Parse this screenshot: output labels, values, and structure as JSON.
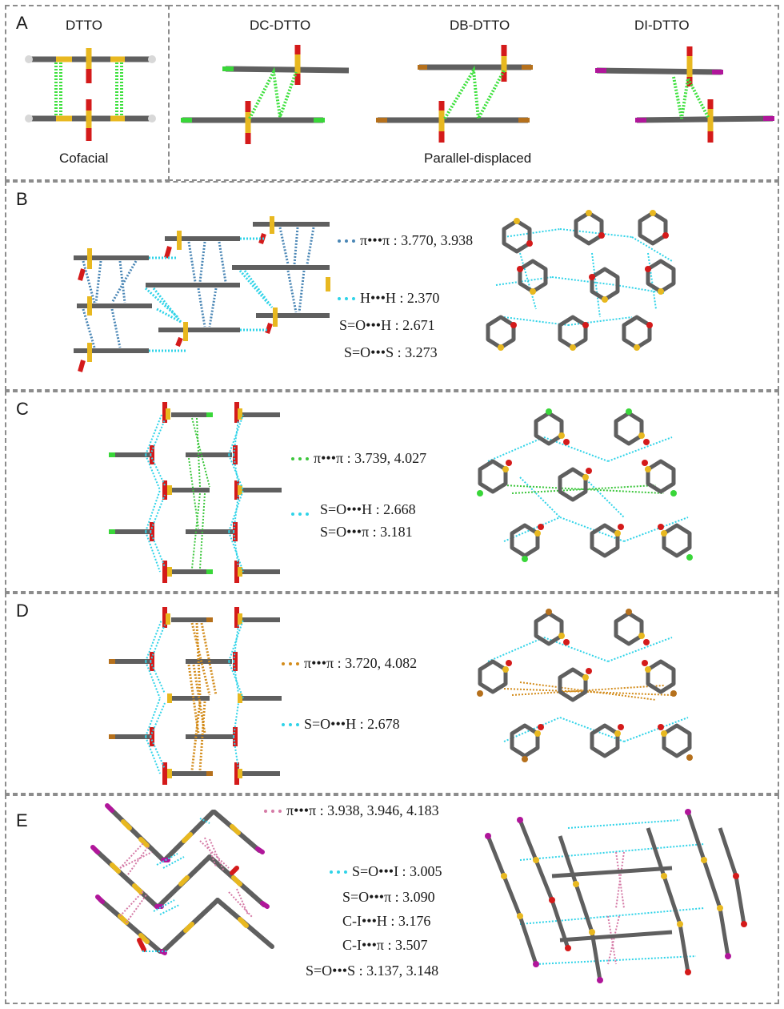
{
  "colors": {
    "carbon": "#5f5f5f",
    "sulfur": "#e8b820",
    "oxygen": "#d41a1a",
    "hydrogen": "#d8d8d8",
    "chlorine": "#39d639",
    "bromine": "#b5701c",
    "iodine": "#b0169a",
    "pi_a": "#4a86b5",
    "pi_c": "#3cc63c",
    "pi_d": "#d38c1b",
    "pi_e": "#d57aa6",
    "cyan": "#2fd3e8",
    "green_a": "#3ee03e"
  },
  "panel_a": {
    "label": "A",
    "titles": [
      "DTTO",
      "DC-DTTO",
      "DB-DTTO",
      "DI-DTTO"
    ],
    "cofacial": "Cofacial",
    "parallel_displaced": "Parallel-displaced"
  },
  "panel_b": {
    "label": "B",
    "legend": [
      {
        "label": "π•••π : 3.770, 3.938",
        "color": "#4a86b5"
      },
      {
        "label": "H•••H : 2.370",
        "color": "#2fd3e8"
      },
      {
        "label": "S=O•••H : 2.671",
        "color": ""
      },
      {
        "label": "S=O•••S : 3.273",
        "color": ""
      }
    ]
  },
  "panel_c": {
    "label": "C",
    "legend": [
      {
        "label": "π•••π : 3.739, 4.027",
        "color": "#3cc63c"
      },
      {
        "label": "S=O•••H : 2.668",
        "color": "#2fd3e8"
      },
      {
        "label": "S=O•••π : 3.181",
        "color": ""
      }
    ]
  },
  "panel_d": {
    "label": "D",
    "legend": [
      {
        "label": "π•••π : 3.720, 4.082",
        "color": "#d38c1b"
      },
      {
        "label": "S=O•••H : 2.678",
        "color": "#2fd3e8"
      }
    ]
  },
  "panel_e": {
    "label": "E",
    "legend": [
      {
        "label": "π•••π : 3.938, 3.946, 4.183",
        "color": "#d57aa6"
      },
      {
        "label": "S=O•••I : 3.005",
        "color": "#2fd3e8"
      },
      {
        "label": "S=O•••π : 3.090",
        "color": ""
      },
      {
        "label": "C-I•••H : 3.176",
        "color": ""
      },
      {
        "label": "C-I•••π : 3.507",
        "color": ""
      },
      {
        "label": "S=O•••S : 3.137, 3.148",
        "color": ""
      }
    ]
  }
}
